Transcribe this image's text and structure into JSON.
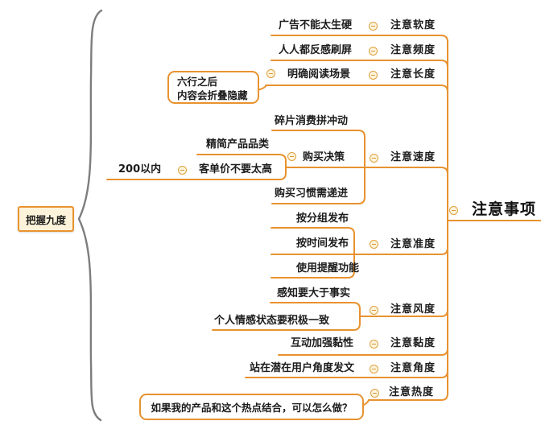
{
  "root": {
    "label": "注意事项"
  },
  "group": {
    "label": "把握九度"
  },
  "branches": {
    "soft": {
      "label": "注意软度",
      "child": "广告不能太生硬"
    },
    "freq": {
      "label": "注意频度",
      "child": "人人都反感刷屏"
    },
    "len": {
      "label": "注意长度",
      "child": "明确阅读场景",
      "note_line1": "六行之后",
      "note_line2": "内容会折叠隐藏"
    },
    "speed": {
      "label": "注意速度",
      "impulse": "碎片消费拼冲动",
      "decision": "购买决策",
      "habit": "购买习惯需递进",
      "category": "精简产品品类",
      "price": "客单价不要太高",
      "price_limit": "200以内"
    },
    "acc": {
      "label": "注意准度",
      "group_pub": "按分组发布",
      "time_pub": "按时间发布",
      "reminder": "使用提醒功能"
    },
    "grace": {
      "label": "注意风度",
      "perception": "感知要大于事实",
      "emotion": "个人情感状态要积极一致"
    },
    "sticky": {
      "label": "注意黏度",
      "child": "互动加强黏性"
    },
    "angle": {
      "label": "注意角度",
      "child": "站在潜在用户角度发文"
    },
    "heat": {
      "label": "注意热度",
      "question": "如果我的产品和这个热点结合，可以怎么做？"
    }
  },
  "icons": {
    "collapse": "minus-circle-icon"
  },
  "colors": {
    "line": "#E8922F",
    "node_fill": "#FCF3DA",
    "collapse_ring": "#DFA13D",
    "brace": "#7D7D7D",
    "text": "#1C1C1C"
  }
}
